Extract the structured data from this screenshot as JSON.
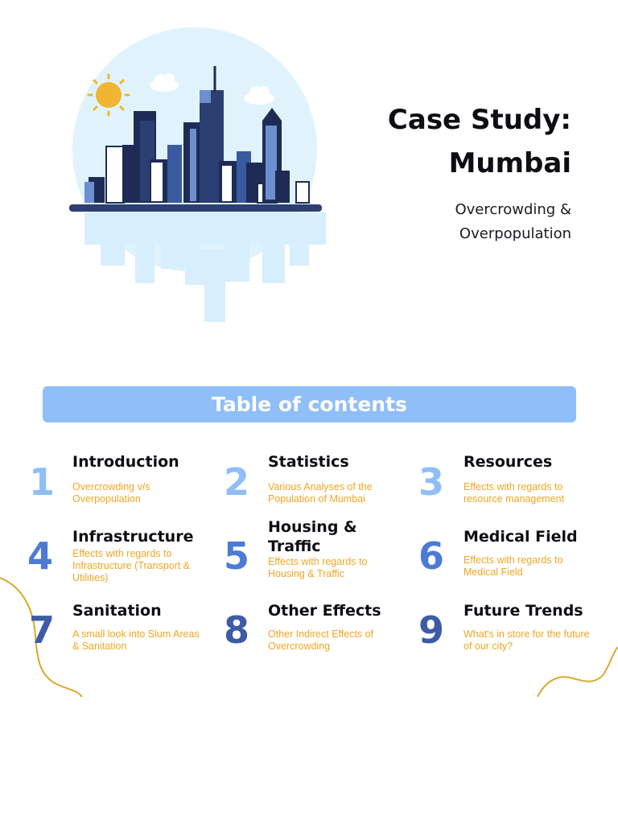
{
  "header": {
    "title_line1": "Case Study:",
    "title_line2": "Mumbai",
    "subtitle_line1": "Overcrowding &",
    "subtitle_line2": "Overpopulation"
  },
  "toc": {
    "heading": "Table of contents",
    "items": [
      {
        "num": "1",
        "title": "Introduction",
        "desc": [
          "Overcrowding v/s",
          "Overpopulation"
        ]
      },
      {
        "num": "2",
        "title": "Statistics",
        "desc": [
          "Various Analyses of the",
          "Population of Mumbai"
        ]
      },
      {
        "num": "3",
        "title": "Resources",
        "desc": [
          "Effects with regards to",
          "resource management"
        ]
      },
      {
        "num": "4",
        "title": "Infrastructure",
        "desc": [
          "Effects with regards to",
          "Infrastructure (Transport &",
          "Utilities)"
        ]
      },
      {
        "num": "5",
        "title": [
          "Housing &",
          "Traffic"
        ],
        "desc": [
          "Effects with regards to",
          "Housing & Traffic"
        ]
      },
      {
        "num": "6",
        "title": "Medical Field",
        "desc": [
          "Effects with regards to",
          "Medical Field"
        ]
      },
      {
        "num": "7",
        "title": "Sanitation",
        "desc": [
          "A small look into Slum Areas",
          "& Sanitation"
        ]
      },
      {
        "num": "8",
        "title": "Other Effects",
        "desc": [
          "Other Indirect Effects of",
          "Overcrowding"
        ]
      },
      {
        "num": "9",
        "title": "Future Trends",
        "desc": [
          "What's in store for the future",
          "of our city?"
        ]
      }
    ]
  },
  "colors": {
    "accent_blue": "#8fbef9",
    "number_blue": "#4b7bd5",
    "description_orange": "#f0a623",
    "curve_gold": "#d9a82e"
  },
  "illustration": {
    "icons": [
      "sun-icon",
      "cloud-icon",
      "city-skyline-icon"
    ]
  }
}
